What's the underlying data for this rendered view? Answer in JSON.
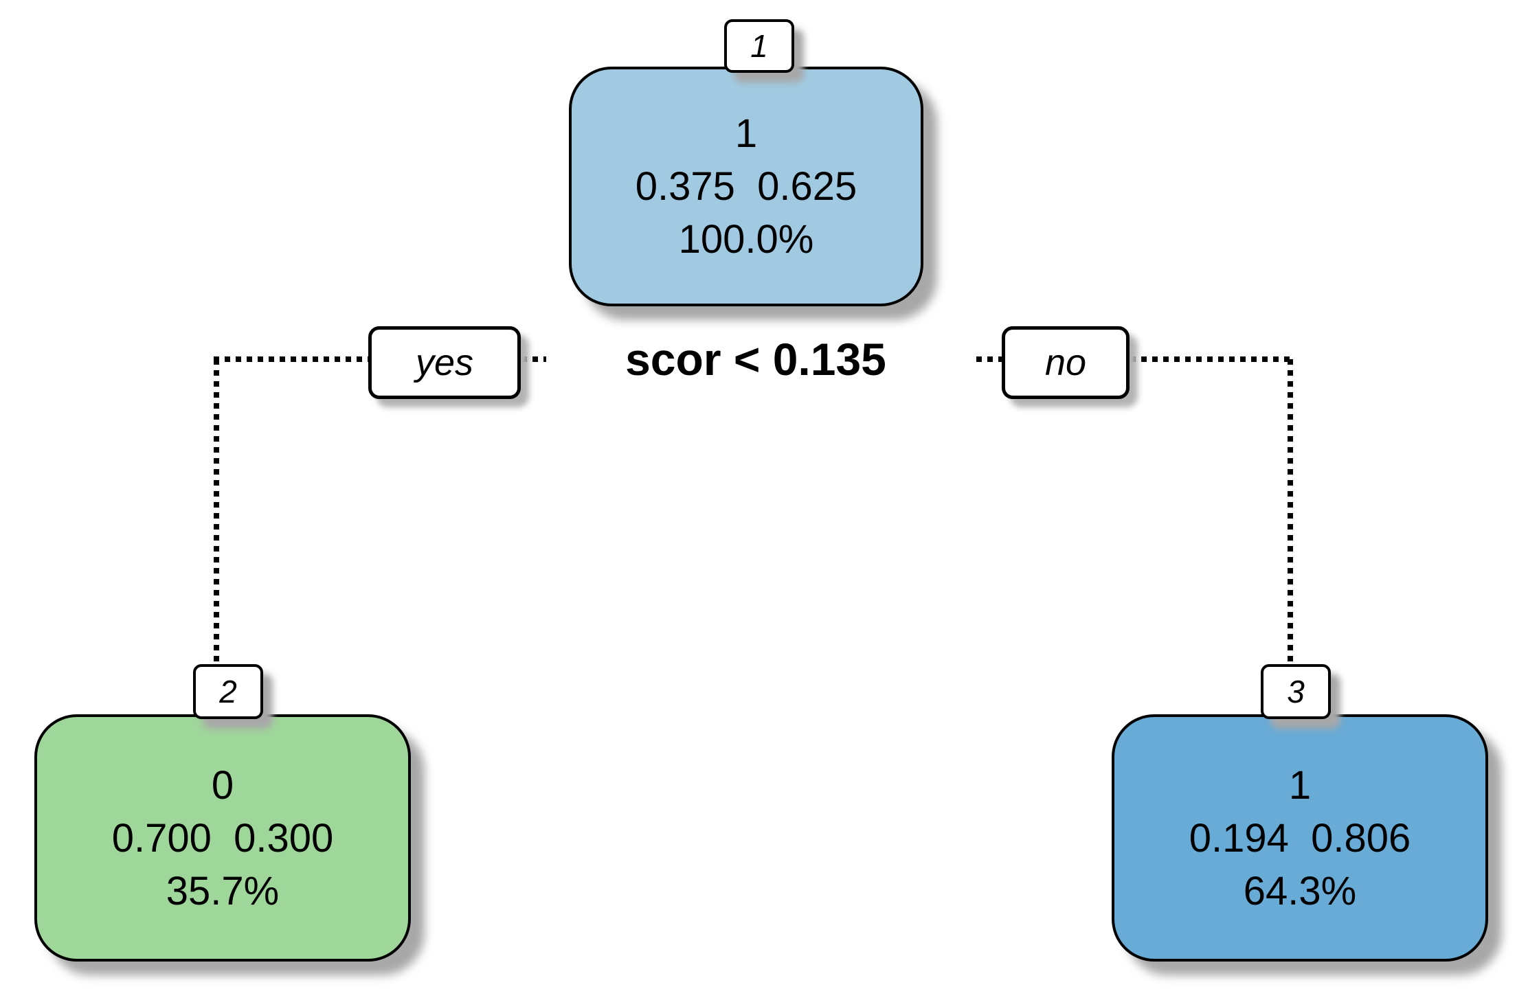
{
  "tree": {
    "split": {
      "condition": "scor < 0.135",
      "yes": "yes",
      "no": "no"
    },
    "root": {
      "number": "1",
      "class": "1",
      "probs": "0.375  0.625",
      "pct": "100.0%"
    },
    "left": {
      "number": "2",
      "class": "0",
      "probs": "0.700  0.300",
      "pct": "35.7%"
    },
    "right": {
      "number": "3",
      "class": "1",
      "probs": "0.194  0.806",
      "pct": "64.3%"
    }
  },
  "colors": {
    "background": "#ffffff",
    "border": "#000000",
    "root_fill": "#A1CAE2",
    "left_fill": "#9FD69A",
    "right_fill": "#68ABD7",
    "shadow": "#a8a8a8"
  }
}
